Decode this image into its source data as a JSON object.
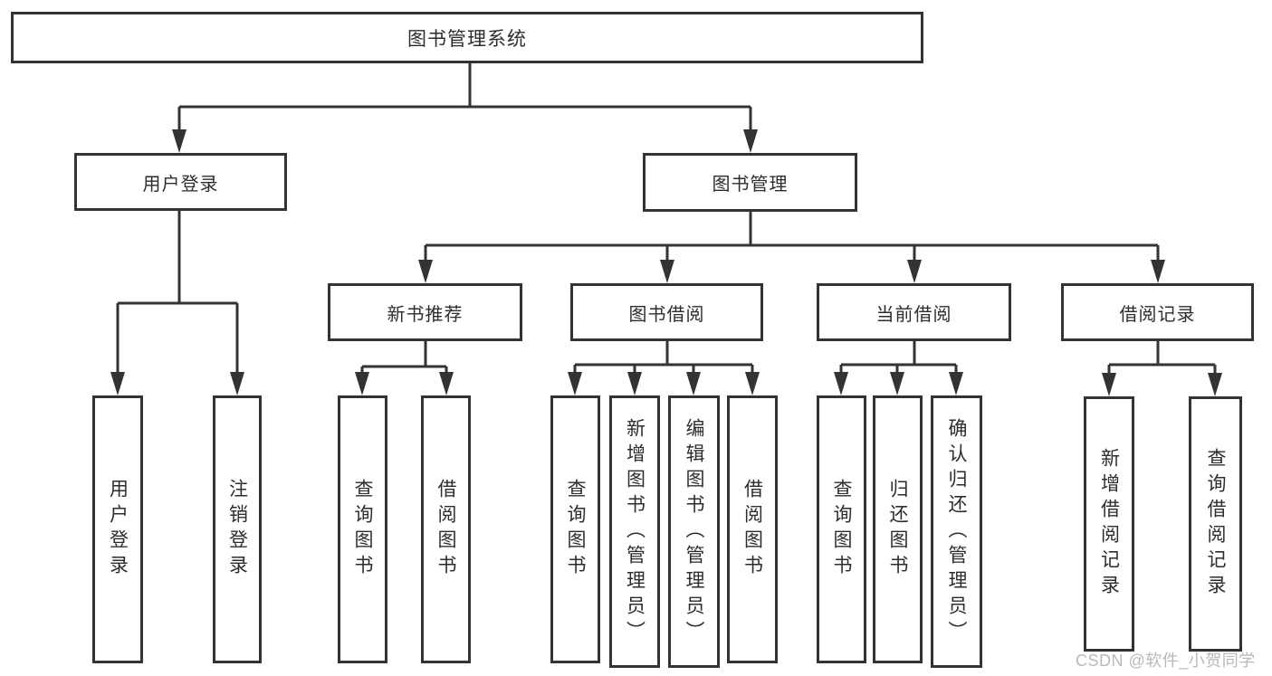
{
  "diagram": {
    "type": "hierarchy",
    "root": {
      "label": "图书管理系统"
    },
    "branches": [
      {
        "label": "用户登录",
        "children": [
          {
            "label": "用户登录"
          },
          {
            "label": "注销登录"
          }
        ]
      },
      {
        "label": "图书管理",
        "children": [
          {
            "label": "新书推荐",
            "children": [
              {
                "label": "查询图书"
              },
              {
                "label": "借阅图书"
              }
            ]
          },
          {
            "label": "图书借阅",
            "children": [
              {
                "label": "查询图书"
              },
              {
                "label": "新增图书（管理员）"
              },
              {
                "label": "编辑图书（管理员）"
              },
              {
                "label": "借阅图书"
              }
            ]
          },
          {
            "label": "当前借阅",
            "children": [
              {
                "label": "查询图书"
              },
              {
                "label": "归还图书"
              },
              {
                "label": "确认归还（管理员）"
              }
            ]
          },
          {
            "label": "借阅记录",
            "children": [
              {
                "label": "新增借阅记录"
              },
              {
                "label": "查询借阅记录"
              }
            ]
          }
        ]
      }
    ],
    "watermark": {
      "text": "CSDN @软件_小贺同学"
    },
    "colors": {
      "line": "#333333",
      "box_border": "#333333",
      "text": "#2d2d2d",
      "watermark": "#b9b9b9",
      "background": "#ffffff"
    }
  }
}
